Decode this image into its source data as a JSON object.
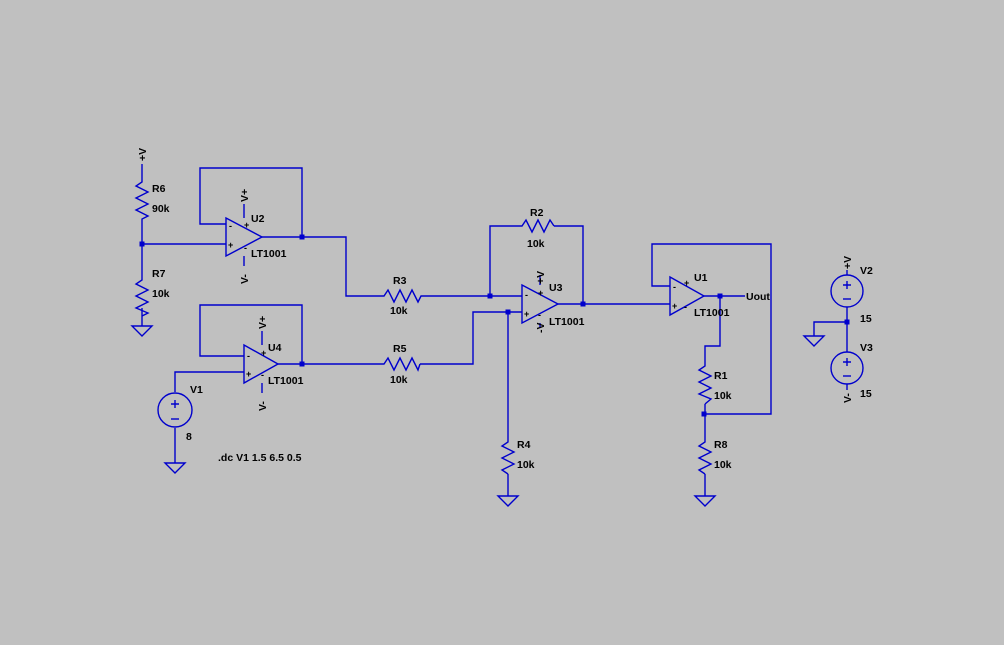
{
  "colors": {
    "background": "#c0c0c0",
    "wire": "#0000cc",
    "text": "#000000"
  },
  "components": {
    "R6": {
      "ref": "R6",
      "value": "90k"
    },
    "R7": {
      "ref": "R7",
      "value": "10k"
    },
    "R3": {
      "ref": "R3",
      "value": "10k"
    },
    "R5": {
      "ref": "R5",
      "value": "10k"
    },
    "R2": {
      "ref": "R2",
      "value": "10k"
    },
    "R4": {
      "ref": "R4",
      "value": "10k"
    },
    "R1": {
      "ref": "R1",
      "value": "10k"
    },
    "R8": {
      "ref": "R8",
      "value": "10k"
    },
    "U1": {
      "ref": "U1",
      "model": "LT1001"
    },
    "U2": {
      "ref": "U2",
      "model": "LT1001"
    },
    "U3": {
      "ref": "U3",
      "model": "LT1001"
    },
    "U4": {
      "ref": "U4",
      "model": "LT1001"
    },
    "V1": {
      "ref": "V1",
      "value": "8"
    },
    "V2": {
      "ref": "V2",
      "value": "15"
    },
    "V3": {
      "ref": "V3",
      "value": "15"
    }
  },
  "nets": {
    "vplus": "+V",
    "vminus": "V-",
    "vplus_u": "V+",
    "vminus_alt": "-V",
    "out": "Uout"
  },
  "pins": {
    "plus": "+",
    "minus": "-"
  },
  "directive": ".dc V1 1.5 6.5 0.5"
}
